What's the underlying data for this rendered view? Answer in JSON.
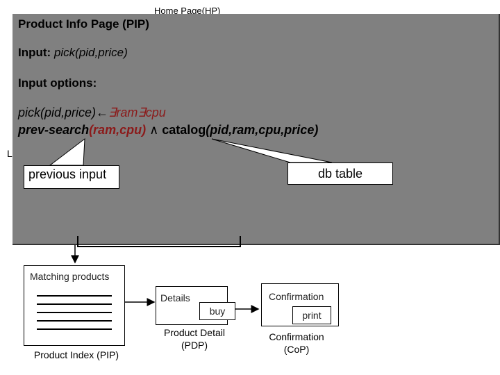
{
  "home_page": {
    "title": "Home Page(HP)",
    "fragment": "L"
  },
  "pip_panel": {
    "title": "Product Info Page (PIP)",
    "input_label": "Input:",
    "input_value": "pick(pid,price)",
    "options_label": "Input options:",
    "formula_line1_head": "pick(pid,price)",
    "formula_line1_arrow": "←",
    "formula_line1_quant": "∃ram∃cpu",
    "formula_line2_pred": "prev-search",
    "formula_line2_args": "(ram,cpu)",
    "formula_line2_and": " ∧ ",
    "formula_line2_catalog": "catalog",
    "formula_line2_catalog_args": "(pid,ram,cpu,price)"
  },
  "callouts": {
    "previous_input": "previous input",
    "db_table": "db table"
  },
  "pages": {
    "index": {
      "box_label": "Matching products",
      "caption": "Product Index (PIP)"
    },
    "detail": {
      "box_label": "Details",
      "button_label": "buy",
      "caption_line1": "Product Detail",
      "caption_line2": "(PDP)"
    },
    "confirmation": {
      "box_label": "Confirmation",
      "button_label": "print",
      "caption_line1": "Confirmation",
      "caption_line2": "(CoP)"
    }
  }
}
